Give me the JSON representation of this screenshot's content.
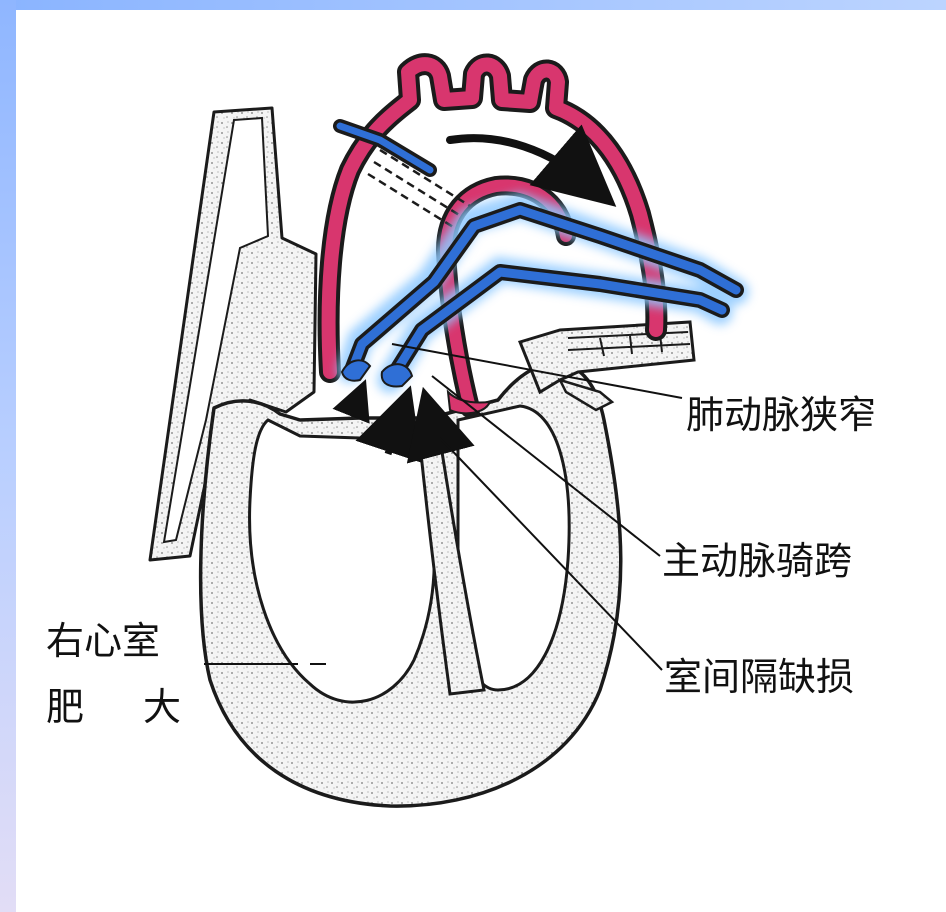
{
  "labels": {
    "pulmonary_stenosis": "肺动脉狭窄",
    "overriding_aorta": "主动脉骑跨",
    "vsd": "室间隔缺损",
    "rvh_line1": "右心室",
    "rvh_line2a": "肥",
    "rvh_line2b": "大"
  },
  "colors": {
    "aorta": "#d8366e",
    "pulmonary": "#2f6fd6",
    "pulmonary_glow": "#8ec9ff",
    "wall_fill": "#f3f3f3",
    "outline": "#1b1b1b",
    "frame": "#9cc0ff"
  },
  "icons": {
    "flow_arrow": "curved-arrow",
    "shunt_arrows": "up-arrows"
  }
}
